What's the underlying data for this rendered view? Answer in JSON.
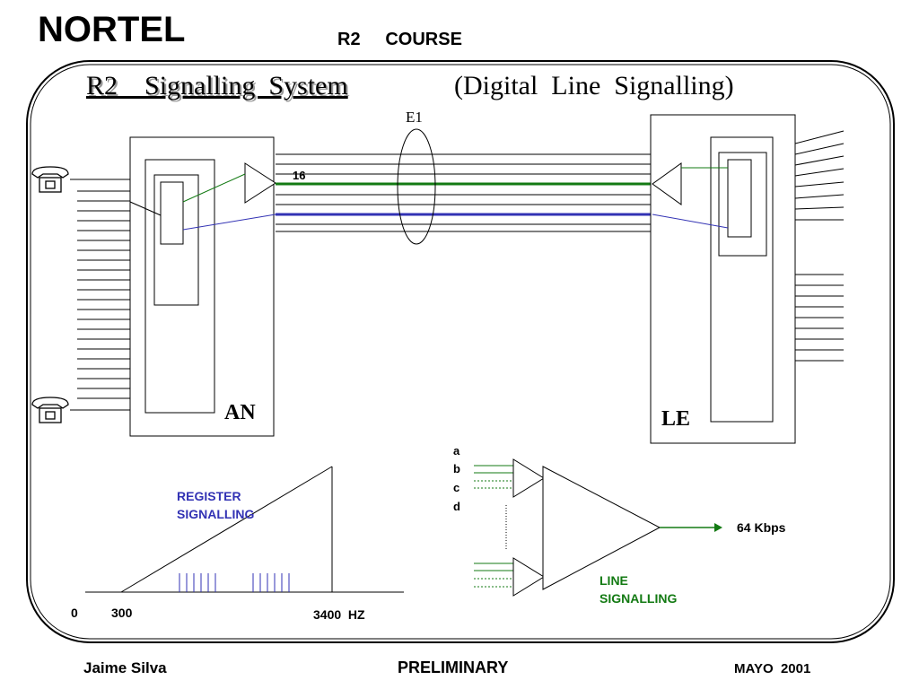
{
  "header": {
    "logo_text": "NORTEL",
    "course": "R2     COURSE"
  },
  "title": {
    "left": "R2    Signalling  System",
    "right": "(Digital  Line  Signalling)"
  },
  "diagram": {
    "e1_label": "E1",
    "channel_label": "16",
    "an_label": "AN",
    "le_label": "LE",
    "bit_labels": [
      "a",
      "b",
      "c",
      "d"
    ],
    "rate_label": "64 Kbps",
    "line_signalling": [
      "LINE",
      "SIGNALLING"
    ],
    "register_signalling": [
      "REGISTER",
      "SIGNALLING"
    ],
    "freq_labels": [
      "0",
      "300",
      "3400  HZ"
    ],
    "colors": {
      "green": "#137a13",
      "blue": "#3232b4",
      "black": "#000000"
    }
  },
  "footer": {
    "author": "Jaime Silva",
    "status": "PRELIMINARY",
    "date": "MAYO  2001"
  }
}
